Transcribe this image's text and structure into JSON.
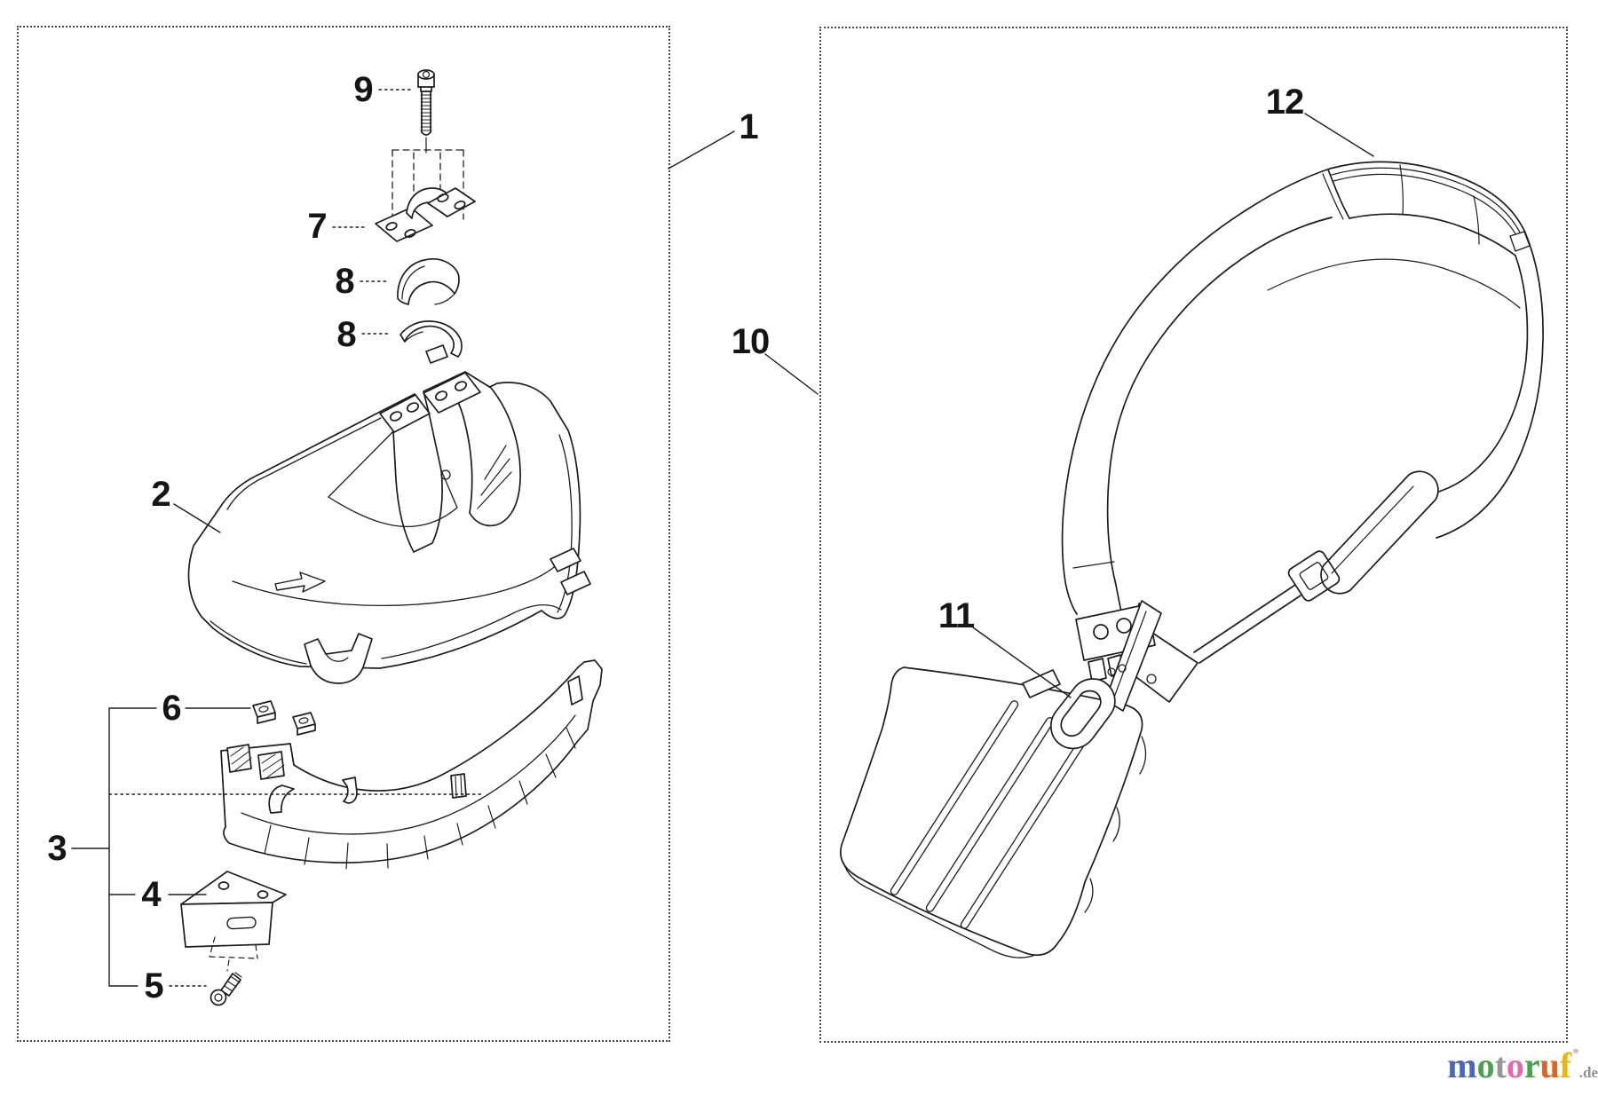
{
  "callouts": {
    "c1": "1",
    "c2": "2",
    "c3": "3",
    "c4": "4",
    "c5": "5",
    "c6": "6",
    "c7": "7",
    "c8a": "8",
    "c8b": "8",
    "c9": "9",
    "c10": "10",
    "c11": "11",
    "c12": "12"
  },
  "logo": {
    "letters": [
      {
        "ch": "m",
        "color": "#4a67c0"
      },
      {
        "ch": "o",
        "color": "#48a44c"
      },
      {
        "ch": "t",
        "color": "#959595"
      },
      {
        "ch": "o",
        "color": "#e468ae"
      },
      {
        "ch": "r",
        "color": "#48a44c"
      },
      {
        "ch": "u",
        "color": "#e2641c"
      },
      {
        "ch": "f",
        "color": "#ecb513"
      }
    ],
    "star": "*",
    "star_color": "#b0b0b0",
    "suffix": ".de",
    "suffix_color": "#8f8f8f"
  },
  "line_color": "#1d1d1d",
  "border_color": "#4a4a4a"
}
